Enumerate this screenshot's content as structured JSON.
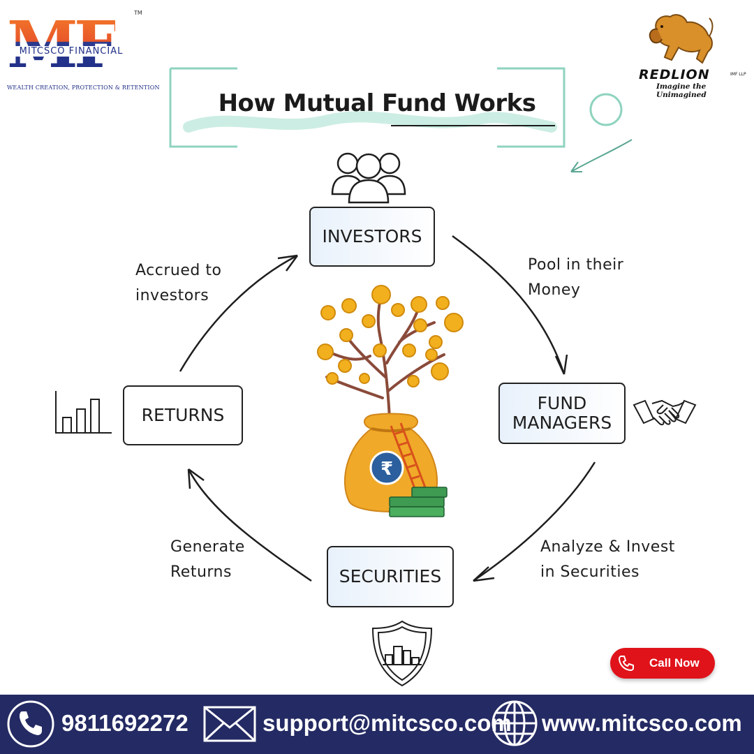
{
  "brand": {
    "mf_letters": "MF",
    "mf_name": "MITCSCO FINANCIAL",
    "mf_tagline": "WEALTH CREATION, PROTECTION & RETENTION",
    "mf_tm": "TM",
    "redlion_name": "REDLION",
    "redlion_suffix": "IMF LLP",
    "redlion_tagline": "Imagine the Unimagined"
  },
  "title": "How Mutual Fund Works",
  "cycle": {
    "investors": "INVESTORS",
    "fund_managers": "FUND MANAGERS",
    "securities": "SECURITIES",
    "returns": "RETURNS",
    "label_pool_1": "Pool in their",
    "label_pool_2": "Money",
    "label_analyze_1": "Analyze & Invest",
    "label_analyze_2": "in Securities",
    "label_generate_1": "Generate",
    "label_generate_2": "Returns",
    "label_accrued_1": "Accrued to",
    "label_accrued_2": "investors"
  },
  "cta": {
    "call_label": "Call Now"
  },
  "footer": {
    "phone": "9811692272",
    "email": "support@mitcsco.com",
    "website": "www.mitcsco.com"
  },
  "colors": {
    "accent_red": "#e0131a",
    "footer_navy": "#242a63",
    "teal": "#8fd3bf",
    "coin_gold": "#f2b01e"
  },
  "icons": [
    "investors-group-icon",
    "handshake-icon",
    "security-shield-icon",
    "bar-chart-icon",
    "money-bag-icon",
    "phone-icon",
    "mail-icon",
    "globe-icon",
    "lion-logo-icon"
  ]
}
